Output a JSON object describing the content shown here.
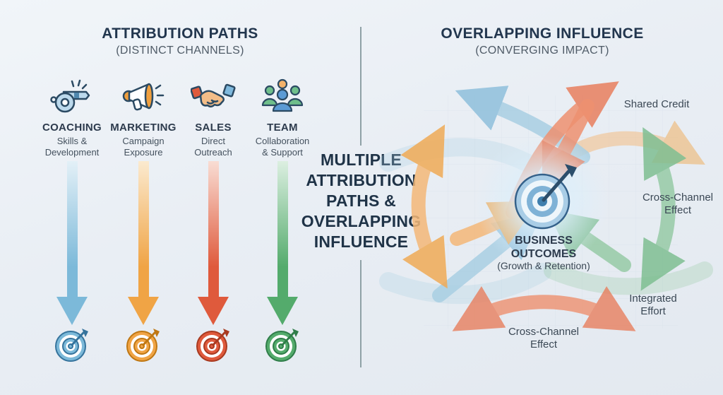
{
  "left_panel": {
    "title": "ATTRIBUTION PATHS",
    "subtitle": "(DISTINCT CHANNELS)",
    "channels": [
      {
        "name": "COACHING",
        "desc": "Skills & Development",
        "icon": "whistle-icon",
        "color": "#7cb9d9",
        "color_light": "#e3f0f7",
        "color_dark": "#35739c"
      },
      {
        "name": "MARKETING",
        "desc": "Campaign Exposure",
        "icon": "megaphone-icon",
        "color": "#f0a445",
        "color_light": "#fbeacf",
        "color_dark": "#bf7713"
      },
      {
        "name": "SALES",
        "desc": "Direct Outreach",
        "icon": "handshake-icon",
        "color": "#df5a3c",
        "color_light": "#f9ddd4",
        "color_dark": "#a83a20"
      },
      {
        "name": "TEAM",
        "desc": "Collaboration & Support",
        "icon": "team-icon",
        "color": "#54ab6c",
        "color_light": "#dcefe1",
        "color_dark": "#2f7d49"
      }
    ]
  },
  "center": {
    "headline": "MULTIPLE ATTRIBUTION PATHS & OVERLAPPING INFLUENCE"
  },
  "right_panel": {
    "title": "OVERLAPPING INFLUENCE",
    "subtitle": "(CONVERGING IMPACT)",
    "hub_label": "BUSINESS OUTCOMES",
    "hub_sublabel": "(Growth & Retention)",
    "labels": [
      {
        "text": "Shared Credit"
      },
      {
        "text": "Cross-Channel Effect"
      },
      {
        "text": "Integrated Effort"
      },
      {
        "text": "Cross-Channel Effect"
      }
    ],
    "arrow_colors": {
      "blue": "#a9cfe3",
      "orange": "#f4b878",
      "red": "#ee9170",
      "green": "#97cba6"
    }
  }
}
